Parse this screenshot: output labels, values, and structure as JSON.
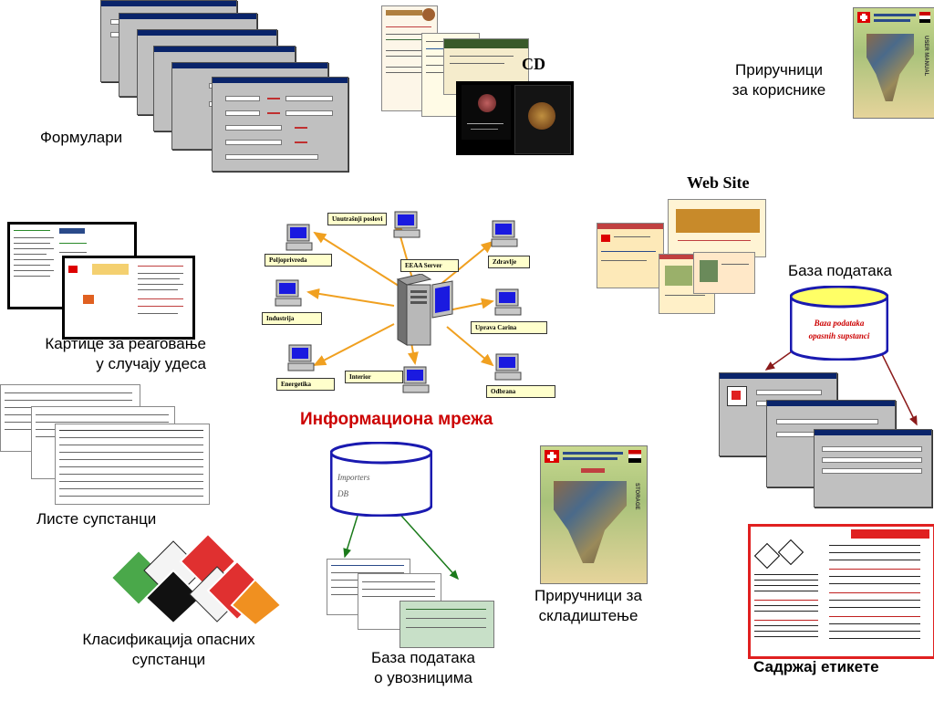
{
  "captions": {
    "forms": "Формулари",
    "cd": "CD",
    "user_manuals_line1": "Приручници",
    "user_manuals_line2": "за кориснике",
    "web_site": "Web Site",
    "database": "База података",
    "accident_cards_line1": "Картице за реаговање",
    "accident_cards_line2": "у случају удеса",
    "substance_lists": "Листе супстанци",
    "classification_line1": "Класификација опасних",
    "classification_line2": "супстанци",
    "importers_db_line1": "База података",
    "importers_db_line2": "о увозницима",
    "storage_manuals_line1": "Приручници за",
    "storage_manuals_line2": "складиштење",
    "label_content": "Садржај етикете",
    "info_network": "Информациона мрежа"
  },
  "network": {
    "nodes": [
      "Unutrašnji poslovi",
      "Poljoprivreda",
      "EEAA Server",
      "Zdravlje",
      "Industrija",
      "Uprava Carina",
      "Energetika",
      "Interior",
      "Odbrana"
    ]
  },
  "database_cylinder": {
    "line1": "Baza podataka",
    "line2": "opasnih supstanci"
  },
  "importers_cylinder": {
    "line1": "Importers",
    "line2": "DB"
  },
  "colors": {
    "network_title": "#cc0000",
    "network_arrows": "#f0a020",
    "db_arrows": "#8b1a1a",
    "importers_arrows": "#1a7a1a",
    "cylinder_blue": "#1a1ab0"
  }
}
